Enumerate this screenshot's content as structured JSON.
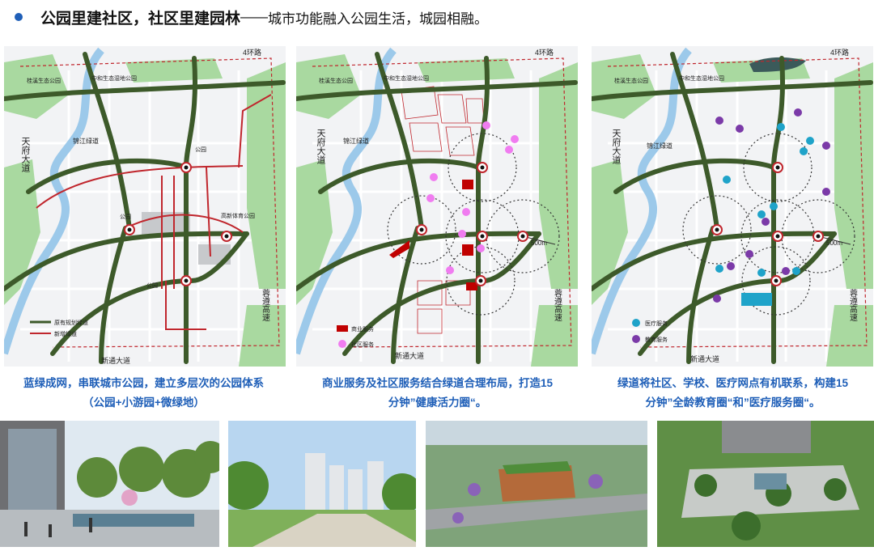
{
  "header": {
    "title_main": "公园里建社区，社区里建园林",
    "title_dash": "——",
    "title_sub": "城市功能融入公园生活，城园相融。"
  },
  "maps": [
    {
      "labels": {
        "ring4": "4环路",
        "park_north": "中和生态湿地公园",
        "park_west": "桂溪生态公园",
        "road_jinjiang": "锦江绿道",
        "road_tianfu": "天府大道",
        "park_mid": "公园",
        "park_center": "公园",
        "sports_park": "高新体育公园",
        "park_south": "公园",
        "road_xintong": "新通大道",
        "road_xunzun": "蓉遵高速"
      },
      "legend": [
        {
          "text": "原有规划绿道",
          "color": "#3d5a2a"
        },
        {
          "text": "新增绿道",
          "color": "#c0262d"
        }
      ]
    },
    {
      "labels": {
        "ring4": "4环路",
        "park_north": "中和生态湿地公园",
        "park_west": "桂溪生态公园",
        "road_jinjiang": "锦江绿道",
        "road_tianfu": "天府大道",
        "road_xintong": "新通大道",
        "road_xunzun": "蓉遵高速",
        "radius": "500m"
      },
      "legend": [
        {
          "text": "商业服务",
          "color": "#c00000"
        },
        {
          "text": "社区服务",
          "color": "#f07cf0"
        }
      ]
    },
    {
      "labels": {
        "ring4": "4环路",
        "park_north": "中和生态湿地公园",
        "park_west": "桂溪生态公园",
        "road_jinjiang": "锦江绿道",
        "road_tianfu": "天府大道",
        "road_xintong": "新通大道",
        "road_xunzun": "蓉遵高速",
        "radius": "500m"
      },
      "legend": [
        {
          "text": "医疗服务",
          "color": "#1fa3c9"
        },
        {
          "text": "教育服务",
          "color": "#7b3aa8"
        }
      ]
    }
  ],
  "captions": [
    {
      "line1": "蓝绿成网，串联城市公园，建立多层次的公园体系",
      "line2": "（公园+小游园+微绿地）"
    },
    {
      "line1": "商业服务及社区服务结合绿道合理布局，打造15",
      "line2": "分钟”健康活力圈“。"
    },
    {
      "line1": "绿道将社区、学校、医疗网点有机联系，构建15",
      "line2": "分钟”全龄教育圈“和”医疗服务圈“。"
    }
  ],
  "photos": [
    {
      "icon": "plaza-photo"
    },
    {
      "icon": "residential-towers-photo"
    },
    {
      "icon": "aerial-building-photo"
    },
    {
      "icon": "garden-aerial-photo"
    }
  ],
  "colors": {
    "accent": "#1f5fb8",
    "greenway": "#3d5a2a",
    "new_greenway": "#c0262d",
    "park_green": "#a9d9a0",
    "river": "#9cc9ea"
  }
}
